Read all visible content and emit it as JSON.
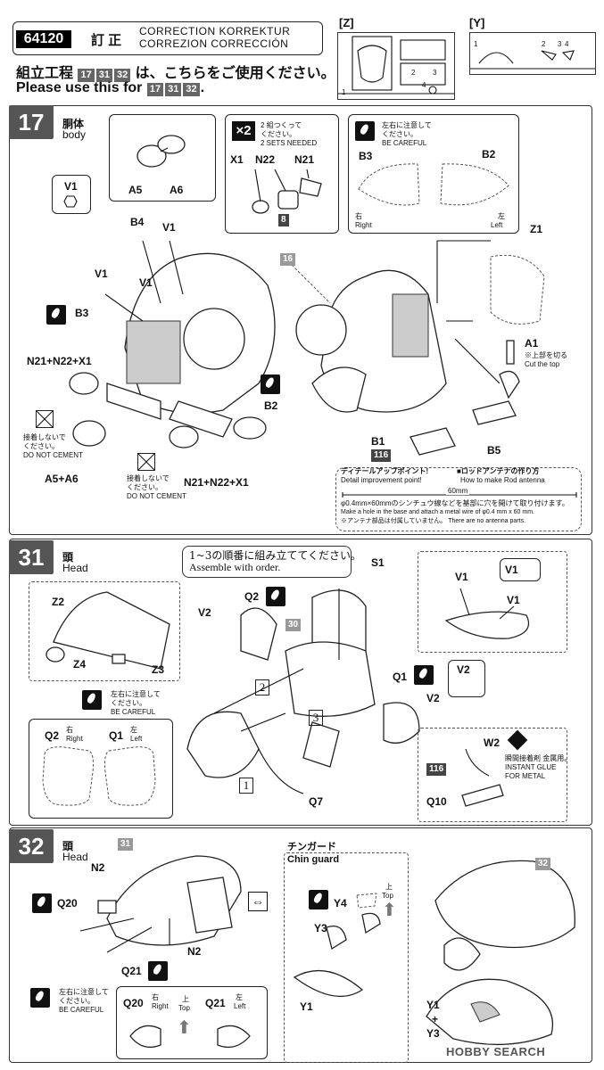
{
  "header": {
    "product_code": "64120",
    "correction_jp": "訂 正",
    "correction_line1": "CORRECTION  KORREKTUR",
    "correction_line2": "CORREZION  CORRECCIÓN",
    "instruction_jp_pre": "組立工程",
    "instruction_jp_post": "は、こちらをご使用ください。",
    "instruction_en_pre": "Please use this for",
    "instruction_en_post": ".",
    "steps": [
      "17",
      "31",
      "32"
    ],
    "sprue_z_label": "[Z]",
    "sprue_y_label": "[Y]",
    "sprue_z_numbers": [
      "1",
      "2",
      "3",
      "4"
    ],
    "sprue_y_numbers": [
      "1",
      "2",
      "3",
      "4"
    ]
  },
  "step17": {
    "number": "17",
    "title_jp": "胴体",
    "title_en": "body",
    "v1_label": "V1",
    "a_labels": [
      "A5",
      "A6"
    ],
    "x2_label": "×2",
    "sets_jp": "2 組つくって",
    "sets_jp2": "ください。",
    "sets_en": "2 SETS NEEDED",
    "x1": "X1",
    "n22": "N22",
    "n21": "N21",
    "tag8": "8",
    "careful_jp": "左右に注意して",
    "careful_jp2": "ください。",
    "careful_en": "BE CAREFUL",
    "b3": "B3",
    "b2": "B2",
    "right_jp": "右",
    "right_en": "Right",
    "left_jp": "左",
    "left_en": "Left",
    "b4": "B4",
    "v1a": "V1",
    "v1b": "V1",
    "v1c": "V1",
    "tag16": "16",
    "z1": "Z1",
    "n21_22_x1": "N21+N22+X1",
    "b3b": "B3",
    "no_cement_jp": "接着しないで",
    "no_cement_jp2": "ください。",
    "no_cement_en": "DO NOT CEMENT",
    "a5a6": "A5+A6",
    "b2b": "B2",
    "a1": "A1",
    "cut_top_jp": "※上部を切る",
    "cut_top_en": "Cut the top",
    "b5": "B5",
    "b1": "B1",
    "tag116": "116",
    "detail_jp": "ディテールアップポイント!",
    "detail_en": "Detail improvement point!",
    "rod_jp": "■ロッドアンテナの作り方",
    "rod_en": "How to make Rod antenna",
    "rod_length": "60mm",
    "rod_note_jp": "φ0.4mm×60mmのシンチュウ線などを基部に穴を開けて取り付けます。",
    "rod_note_en": "Make a hole in the base and attach a metal wire of φ0.4 mm x 60 mm.",
    "rod_note2": "※アンテナ部品は付属していません。 There are no antenna parts.",
    "n21_22_x1_b": "N21+N22+X1",
    "no_cement2_jp": "接着しないで",
    "no_cement2_jp2": "ください。",
    "no_cement2_en": "DO NOT CEMENT"
  },
  "step31": {
    "number": "31",
    "title_jp": "頭",
    "title_en": "Head",
    "order_jp": "1~3の順番に組み立ててください。",
    "order_en": "Assemble with order.",
    "z2": "Z2",
    "z4": "Z4",
    "z3": "Z3",
    "q2": "Q2",
    "v2": "V2",
    "tag30": "30",
    "s1": "S1",
    "v1box": "V1",
    "v1a": "V1",
    "v1b": "V1",
    "q1": "Q1",
    "v2b": "V2",
    "v2box": "V2",
    "careful_jp": "左右に注意して",
    "careful_jp2": "ください。",
    "careful_en": "BE CAREFUL",
    "q2r": "Q2",
    "right_jp": "右",
    "right_en": "Right",
    "q1l": "Q1",
    "left_jp": "左",
    "left_en": "Left",
    "order_nums": [
      "1",
      "2",
      "3"
    ],
    "q7": "Q7",
    "w2": "W2",
    "tag116": "116",
    "glue_jp": "瞬間接着剤 金属用。",
    "glue_en1": "INSTANT GLUE",
    "glue_en2": "FOR METAL",
    "q10": "Q10"
  },
  "step32": {
    "number": "32",
    "title_jp": "頭",
    "title_en": "Head",
    "tag31": "31",
    "n2": "N2",
    "q20": "Q20",
    "n2b": "N2",
    "q21": "Q21",
    "careful_jp": "左右に注意して",
    "careful_jp2": "ください。",
    "careful_en": "BE CAREFUL",
    "q20b": "Q20",
    "right_jp": "右",
    "right_en": "Right",
    "top_jp": "上",
    "top_en": "Top",
    "q21b": "Q21",
    "left_jp": "左",
    "left_en": "Left",
    "chin_jp": "チンガード",
    "chin_en": "Chin guard",
    "y4": "Y4",
    "y3": "Y3",
    "y1": "Y1",
    "top2_jp": "上",
    "top2_en": "Top",
    "tag32": "32",
    "y1y3_a": "Y1",
    "plus": "+",
    "y1y3_b": "Y3"
  },
  "watermark": "HOBBY SEARCH"
}
